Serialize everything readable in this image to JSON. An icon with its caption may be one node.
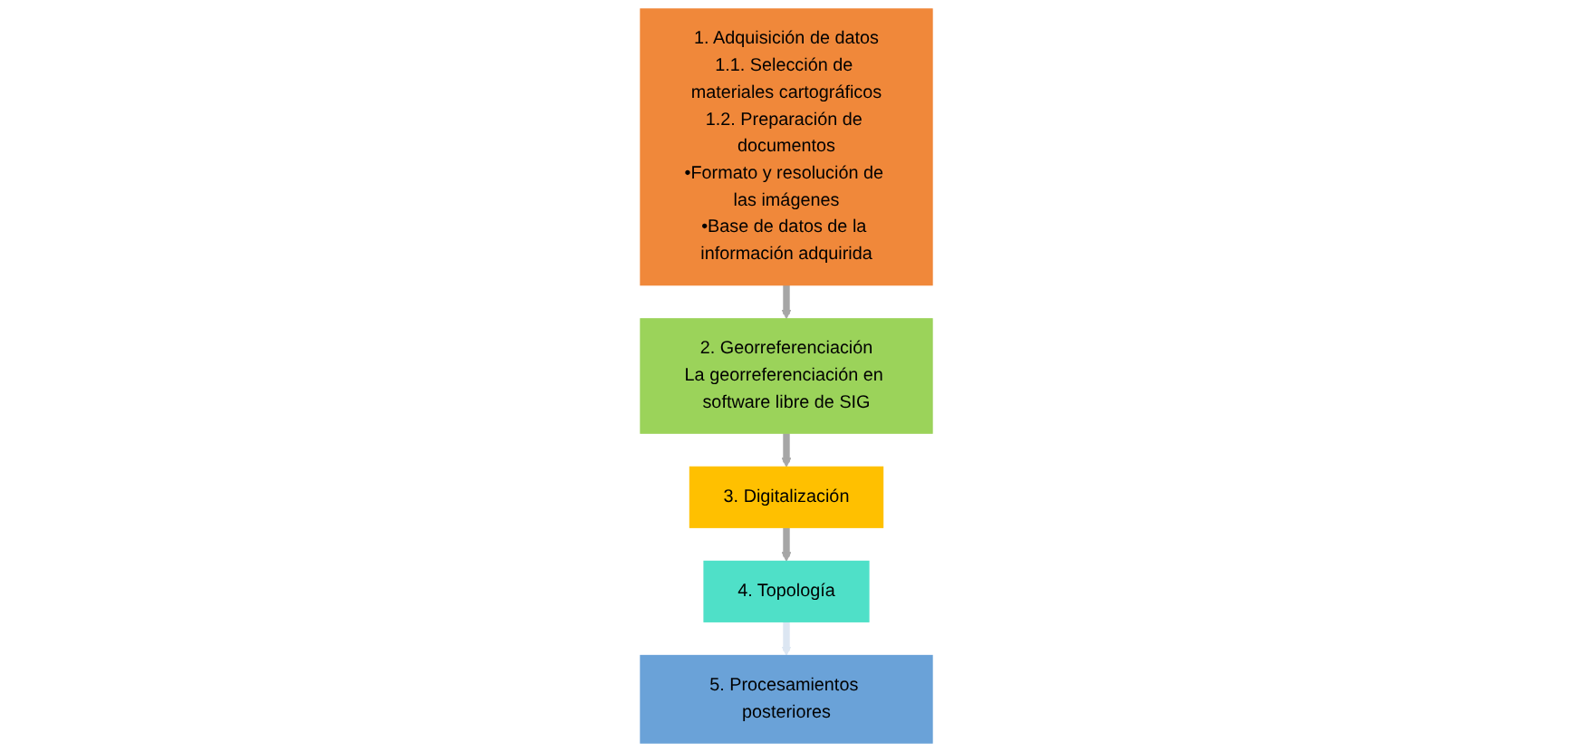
{
  "diagram": {
    "nodes": [
      {
        "text": [
          "1. Adquisición de datos",
          "1.1. Selección de materiales cartográficos",
          "1.2. Preparación de documentos",
          "•Formato y resolución de las imágenes",
          "•Base de datos de la información adquirida"
        ]
      },
      {
        "text": [
          "2. Georreferenciación",
          "La georreferenciación en software libre de SIG"
        ]
      },
      {
        "text": [
          "3. Digitalización"
        ]
      },
      {
        "text": [
          "4. Topología"
        ]
      },
      {
        "text": [
          "5. Procesamientos posteriores"
        ]
      }
    ],
    "edges": [
      {
        "from": 0,
        "to": 1,
        "arrow": "to"
      },
      {
        "from": 1,
        "to": 2,
        "arrow": "to"
      },
      {
        "from": 2,
        "to": 3,
        "arrow": "to"
      },
      {
        "from": 3,
        "to": 4,
        "arrow": "to",
        "color": "#dce6f2"
      }
    ]
  }
}
